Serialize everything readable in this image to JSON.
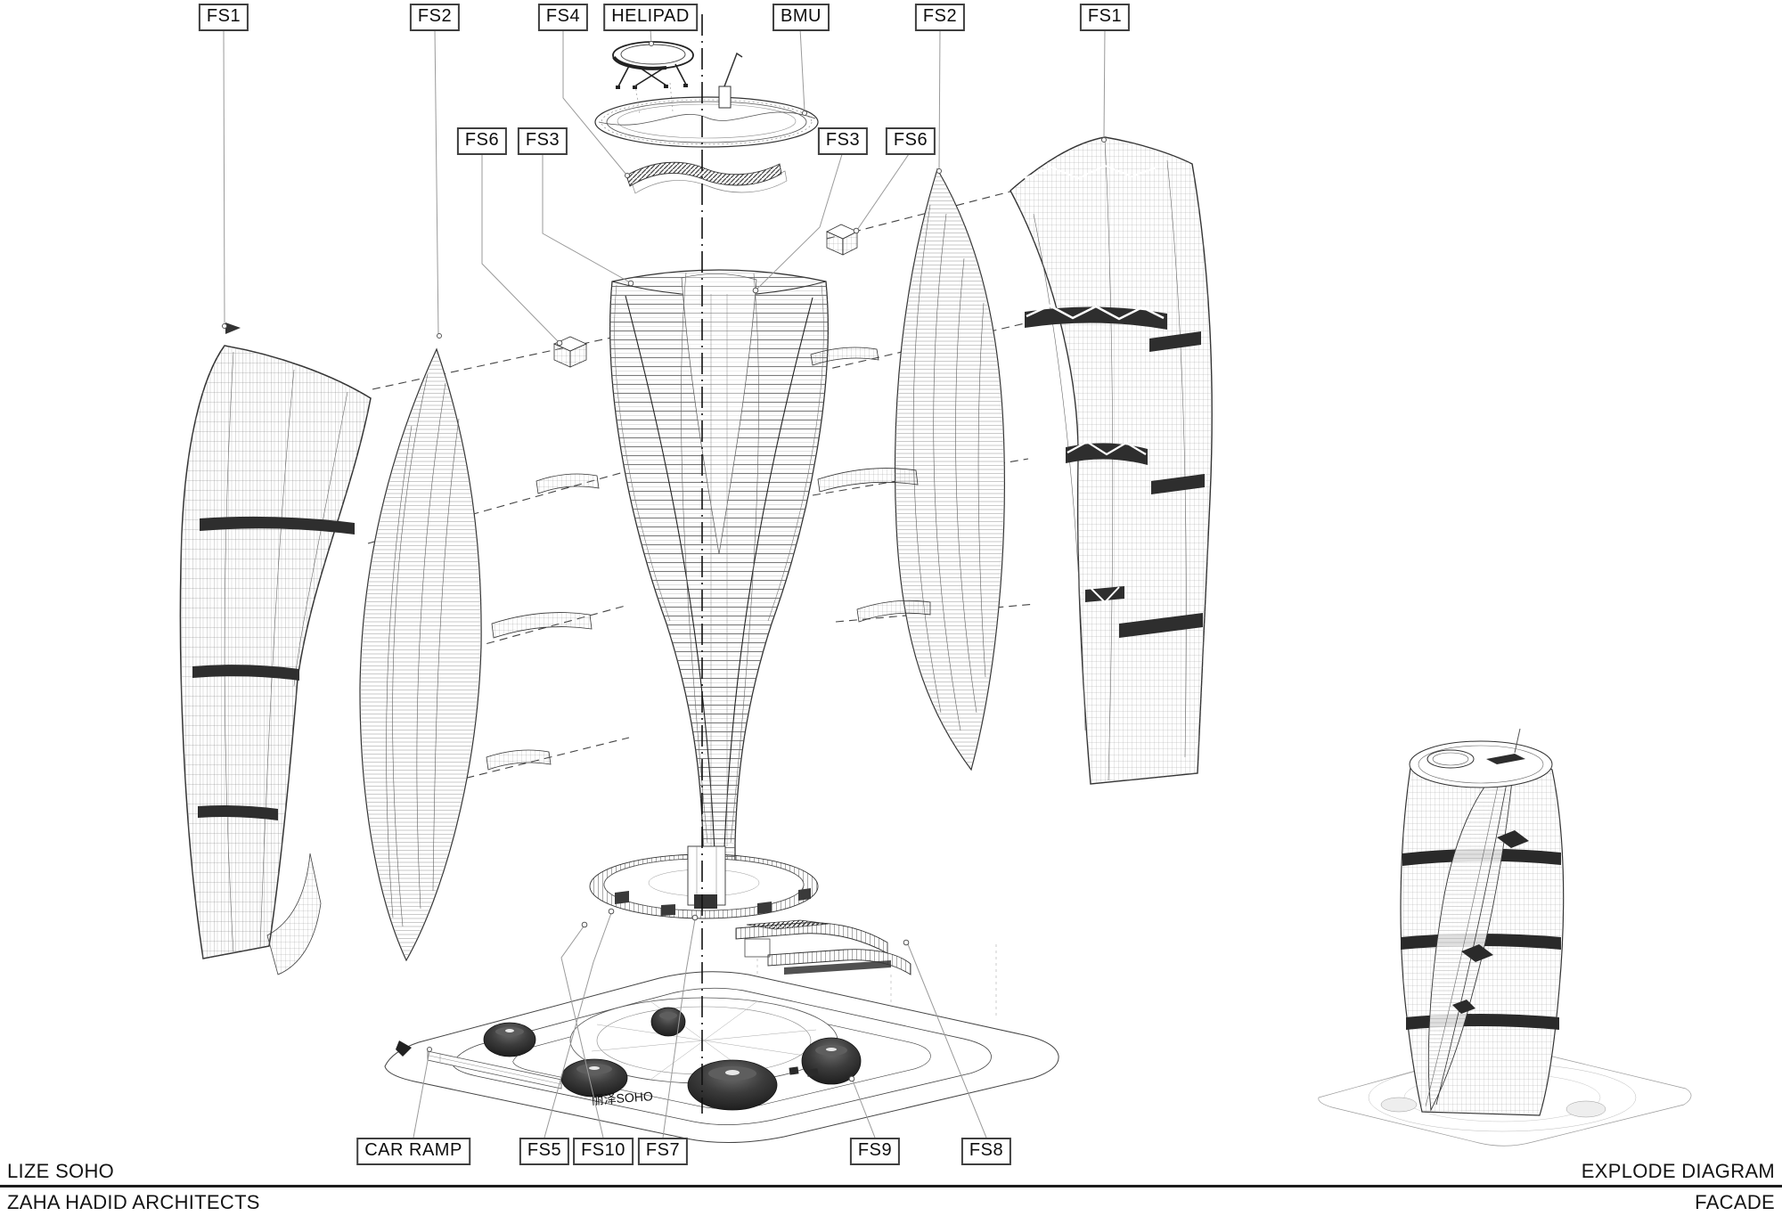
{
  "callouts": {
    "fs1_left": "FS1",
    "fs2_left": "FS2",
    "fs4": "FS4",
    "helipad": "HELIPAD",
    "bmu": "BMU",
    "fs2_right": "FS2",
    "fs1_right": "FS1",
    "fs6_left": "FS6",
    "fs3_left": "FS3",
    "fs3_right": "FS3",
    "fs6_right": "FS6",
    "car_ramp": "CAR RAMP",
    "fs5": "FS5",
    "fs10": "FS10",
    "fs7": "FS7",
    "fs9": "FS9",
    "fs8": "FS8"
  },
  "title_block": {
    "project": "LIZE SOHO",
    "architect": "ZAHA HADID ARCHITECTS",
    "drawing_title": "EXPLODE DIAGRAM",
    "sheet_name": "FACADE"
  },
  "site": {
    "ground_label": "丽泽SOHO"
  },
  "colors": {
    "ink": "#1a1a1a",
    "line_gray": "#555555",
    "band_dark": "#2e2e2e",
    "leader_gray": "#9a9a9a",
    "background": "#ffffff"
  }
}
